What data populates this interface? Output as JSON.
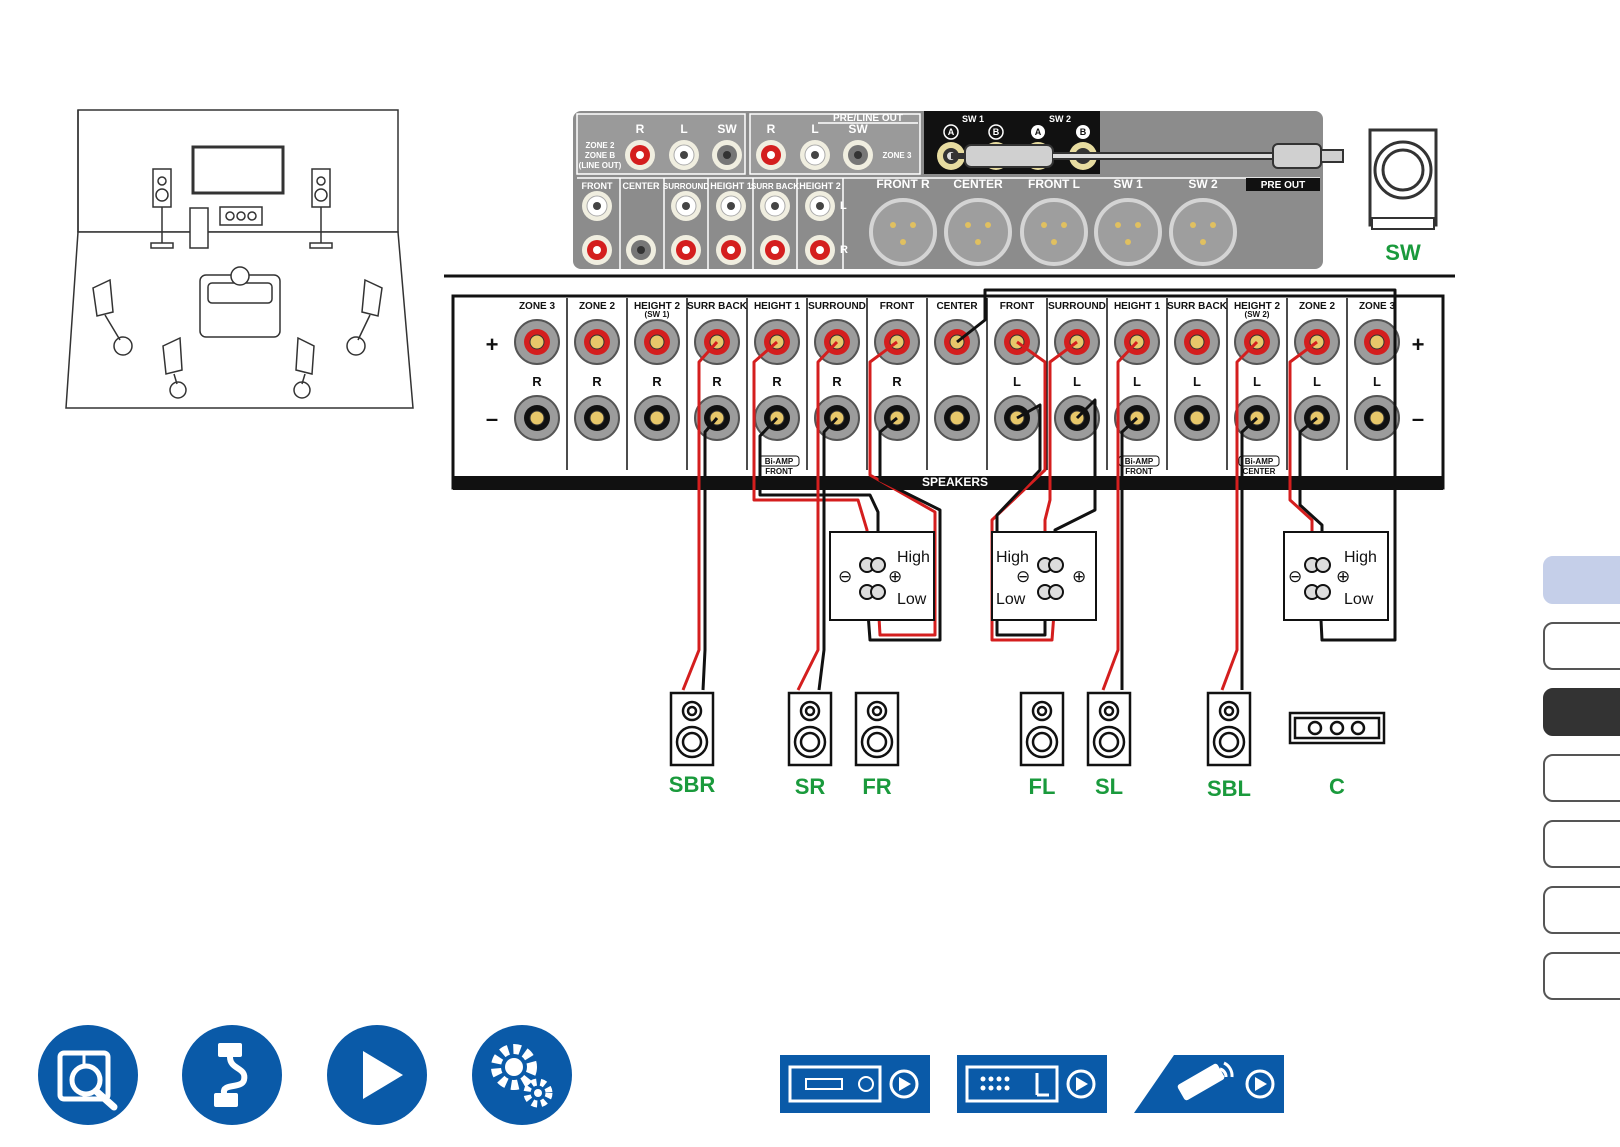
{
  "colors": {
    "brand_blue": "#0a5aa8",
    "speaker_label_green": "#1a9a3c",
    "wire_red": "#d41e1e",
    "panel_gray": "#8c8c8c"
  },
  "preout": {
    "group_title": "PRE/LINE OUT",
    "zone2_labels": [
      "ZONE 2",
      "ZONE B",
      "(LINE OUT)"
    ],
    "zone3_label": "ZONE 3",
    "top_labels": [
      "R",
      "L",
      "SW",
      "R",
      "L",
      "SW"
    ],
    "sw1_label": "SW 1",
    "sw2_label": "SW 2",
    "sw_ab": [
      "A",
      "B",
      "A",
      "B"
    ],
    "lower_labels": [
      "FRONT",
      "CENTER",
      "SURROUND",
      "HEIGHT 1",
      "SURR BACK",
      "HEIGHT 2"
    ],
    "lr_labels": [
      "L",
      "R"
    ],
    "xlr_labels": [
      "FRONT R",
      "CENTER",
      "FRONT L",
      "SW 1",
      "SW 2"
    ],
    "pre_out_tag": "PRE OUT"
  },
  "speakers_panel": {
    "channels": [
      {
        "name": "ZONE 3",
        "side": "R"
      },
      {
        "name": "ZONE 2",
        "side": "R"
      },
      {
        "name": "HEIGHT 2",
        "sub": "(SW 1)",
        "side": "R"
      },
      {
        "name": "SURR BACK",
        "side": "R"
      },
      {
        "name": "HEIGHT 1",
        "side": "R"
      },
      {
        "name": "SURROUND",
        "side": "R"
      },
      {
        "name": "FRONT",
        "side": "R"
      },
      {
        "name": "CENTER",
        "side": ""
      },
      {
        "name": "FRONT",
        "side": "L"
      },
      {
        "name": "SURROUND",
        "side": "L"
      },
      {
        "name": "HEIGHT 1",
        "side": "L"
      },
      {
        "name": "SURR BACK",
        "side": "L"
      },
      {
        "name": "HEIGHT 2",
        "sub": "(SW 2)",
        "side": "L"
      },
      {
        "name": "ZONE 2",
        "side": "L"
      },
      {
        "name": "ZONE 3",
        "side": "L"
      }
    ],
    "plus": "+",
    "minus": "–",
    "biamp": [
      {
        "title": "Bi-AMP",
        "target": "FRONT"
      },
      {
        "title": "Bi-AMP",
        "target": "FRONT"
      },
      {
        "title": "Bi-AMP",
        "target": "CENTER"
      }
    ],
    "footer": "SPEAKERS"
  },
  "biamp_boxes": {
    "high": "High",
    "low": "Low",
    "minus": "⊖",
    "plus": "⊕"
  },
  "speaker_labels": [
    "SBR",
    "SR",
    "FR",
    "FL",
    "SL",
    "SBL",
    "C"
  ],
  "subwoofer_label": "SW",
  "nav": {
    "round_buttons": [
      "contents-icon",
      "connections-icon",
      "playback-icon",
      "setup-icon"
    ],
    "device_buttons": [
      "front-panel-icon",
      "rear-panel-icon",
      "remote-icon"
    ]
  }
}
